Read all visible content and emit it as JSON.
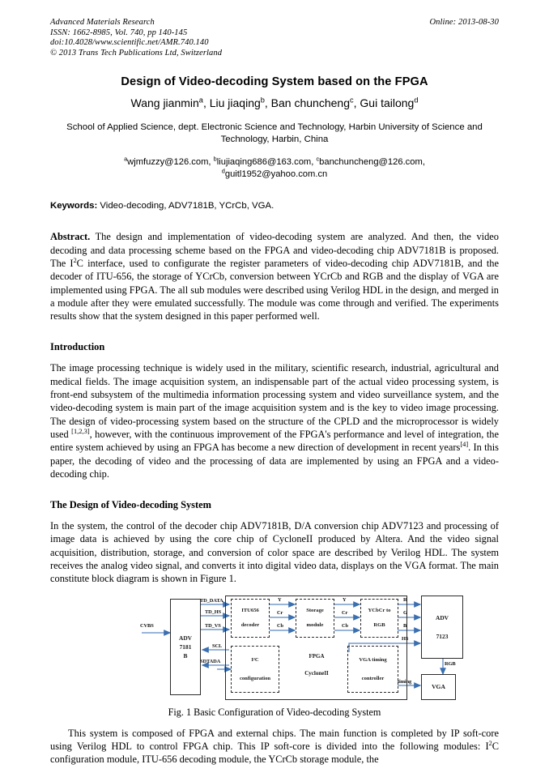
{
  "header": {
    "journal": "Advanced Materials Research",
    "issn": "ISSN: 1662-8985, Vol. 740, pp 140-145",
    "doi": "doi:10.4028/www.scientific.net/AMR.740.140",
    "copyright": "© 2013 Trans Tech Publications Ltd, Switzerland",
    "online": "Online: 2013-08-30"
  },
  "paper": {
    "title": "Design of Video-decoding System based on the FPGA",
    "authors_html": "Wang jianmin<sup>a</sup>, Liu jiaqing<sup>b</sup>, Ban chuncheng<sup>c</sup>, Gui tailong<sup>d</sup>",
    "affiliation": "School of Applied Science, dept. Electronic Science and Technology, Harbin University of Science and Technology, Harbin, China",
    "emails_line1_html": "<sup>a</sup>wjmfuzzy@126.com, <sup>b</sup>liujiaqing686@163.com, <sup>c</sup>banchuncheng@126.com,",
    "emails_line2_html": "<sup>d</sup>guitl1952@yahoo.com.cn",
    "keywords_label": "Keywords:",
    "keywords_value": "Video-decoding, ADV7181B, YCrCb, VGA.",
    "abstract_label": "Abstract.",
    "abstract_html": "The design and implementation of video-decoding system are analyzed. And then, the video decoding and data processing scheme based on the FPGA and video-decoding chip ADV7181B is proposed. The I<sup>2</sup>C interface, used to configurate the register parameters of video-decoding chip ADV7181B, and the decoder of ITU-656, the storage of YCrCb, conversion between YCrCb and RGB and the display of VGA are implemented using FPGA. The all sub modules were described using Verilog HDL in the design, and merged in a module after they were emulated successfully. The module was come through and verified. The experiments results show that the system designed in this paper performed well."
  },
  "sections": {
    "introduction": {
      "heading": "Introduction",
      "paragraph_html": "The image processing technique is widely used in the military, scientific research, industrial, agricultural and medical fields. The image acquisition system, an indispensable part of the actual video processing system, is front-end subsystem of the multimedia information processing system and video surveillance system, and the video-decoding system is main part of the image acquisition system and is the key to video image processing. The design of video-processing system based on the structure of the CPLD and the microprocessor is widely used <sup class=\"sup-ref\">[1,2,3]</sup>, however, with the continuous improvement of the FPGA's performance and level of integration, the entire system achieved by using an FPGA has become a new direction of development in recent years<sup class=\"sup-ref\">[4]</sup>. In this paper, the decoding of video and the processing of data are implemented by using an FPGA and a video-decoding chip."
    },
    "design": {
      "heading": "The Design of Video-decoding System",
      "paragraph_html": "In the system, the control of the decoder chip ADV7181B, D/A conversion chip ADV7123 and processing of image data is achieved by using the core chip of CycloneII produced by Altera. And the video signal acquisition, distribution, storage, and conversion of color space are described by Verilog HDL. The system receives the analog video signal, and converts it into digital video data, displays on the VGA format. The main constitute block diagram is shown in Figure 1.",
      "closing_html": "This system is composed of FPGA and external chips. The main function is completed by IP soft-core using Verilog HDL to control FPGA chip. This IP soft-core is divided into the following modules: I<sup>2</sup>C configuration module, ITU-656 decoding module, the YCrCb storage module, the"
    }
  },
  "figure": {
    "caption": "Fig. 1 Basic Configuration of Video-decoding System",
    "blocks": {
      "adv7181b_l1": "ADV",
      "adv7181b_l2": "7181",
      "adv7181b_l3": "B",
      "itu656_l1": "ITU656",
      "itu656_l2": "decoder",
      "storage_l1": "Storage",
      "storage_l2": "module",
      "ycbcr_l1": "YCbCr to",
      "ycbcr_l2": "RGB",
      "i2c_l1": "I²C",
      "i2c_l2": "configuration",
      "vga_timing_l1": "VGA timing",
      "vga_timing_l2": "controller",
      "fpga_l1": "FPGA",
      "fpga_l2": "CycloneII",
      "adv7123_l1": "ADV",
      "adv7123_l2": "7123",
      "vga": "VGA"
    },
    "signals": {
      "cvbs": "CVBS",
      "td_data": "TD_DATA",
      "td_hs": "TD_HS",
      "td_vs": "TD_VS",
      "scl": "SCL",
      "sdtada": "SDTADA",
      "y1": "Y",
      "cr1": "Cr",
      "cb1": "Cb",
      "y2": "Y",
      "cr2": "Cr",
      "cb2": "Cb",
      "r": "R",
      "g": "G",
      "b": "B",
      "hs": "HS",
      "rgb_out": "RGB",
      "timing": "timing"
    },
    "colors": {
      "arrow": "#3a6fb0",
      "box_border": "#2b2b2b"
    }
  }
}
